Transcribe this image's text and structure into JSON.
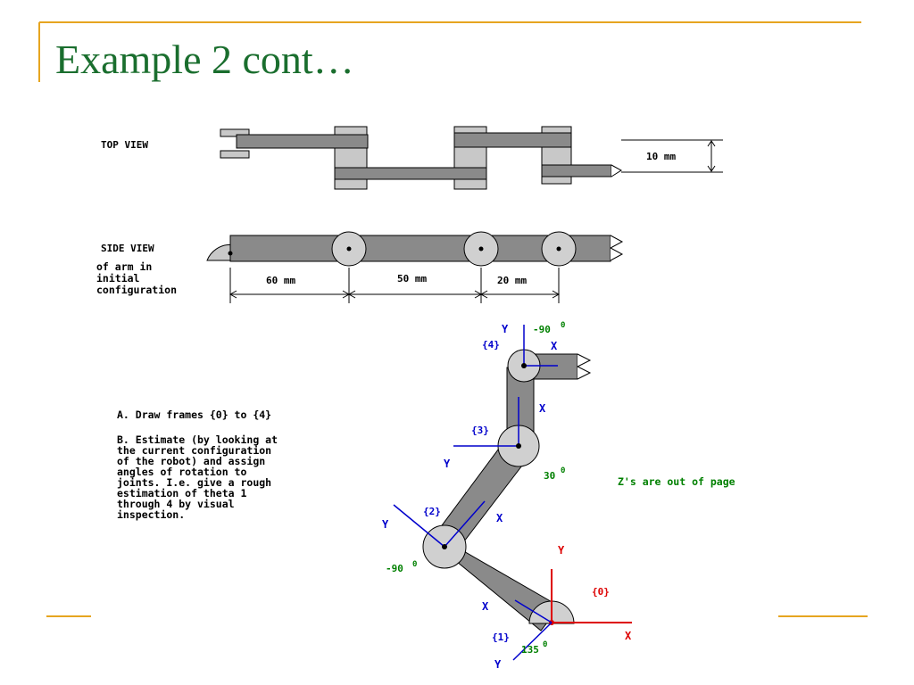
{
  "slide": {
    "title": "Example 2 cont…",
    "colors": {
      "title": "#1a6e2e",
      "accent_line": "#e6a520",
      "link": "#a0a0a0",
      "joint": "#d0d0d0",
      "frame_blue": "#0000cc",
      "frame_red": "#dd0000",
      "angle_green": "#008000"
    }
  },
  "top_view": {
    "label": "TOP VIEW",
    "dimension": "10 mm"
  },
  "side_view": {
    "label": "SIDE VIEW",
    "caption": "of arm in\ninitial\nconfiguration",
    "dimensions": [
      "60 mm",
      "50 mm",
      "20 mm"
    ]
  },
  "instructions": {
    "a": "A. Draw frames {0} to {4}",
    "b": "B. Estimate (by looking at\nthe current configuration\nof the robot) and assign\nangles of rotation to\njoints. I.e. give a rough\nestimation of theta 1\nthrough 4 by visual\ninspection."
  },
  "diagram": {
    "z_note": "Z's are out of page",
    "frames": {
      "f0": "{0}",
      "f1": "{1}",
      "f2": "{2}",
      "f3": "{3}",
      "f4": "{4}"
    },
    "axis_labels": {
      "x": "X",
      "y": "Y"
    },
    "angles": {
      "joint1": "135",
      "joint2": "-90",
      "joint3": "30",
      "joint4": "-90",
      "degree": "0"
    }
  }
}
